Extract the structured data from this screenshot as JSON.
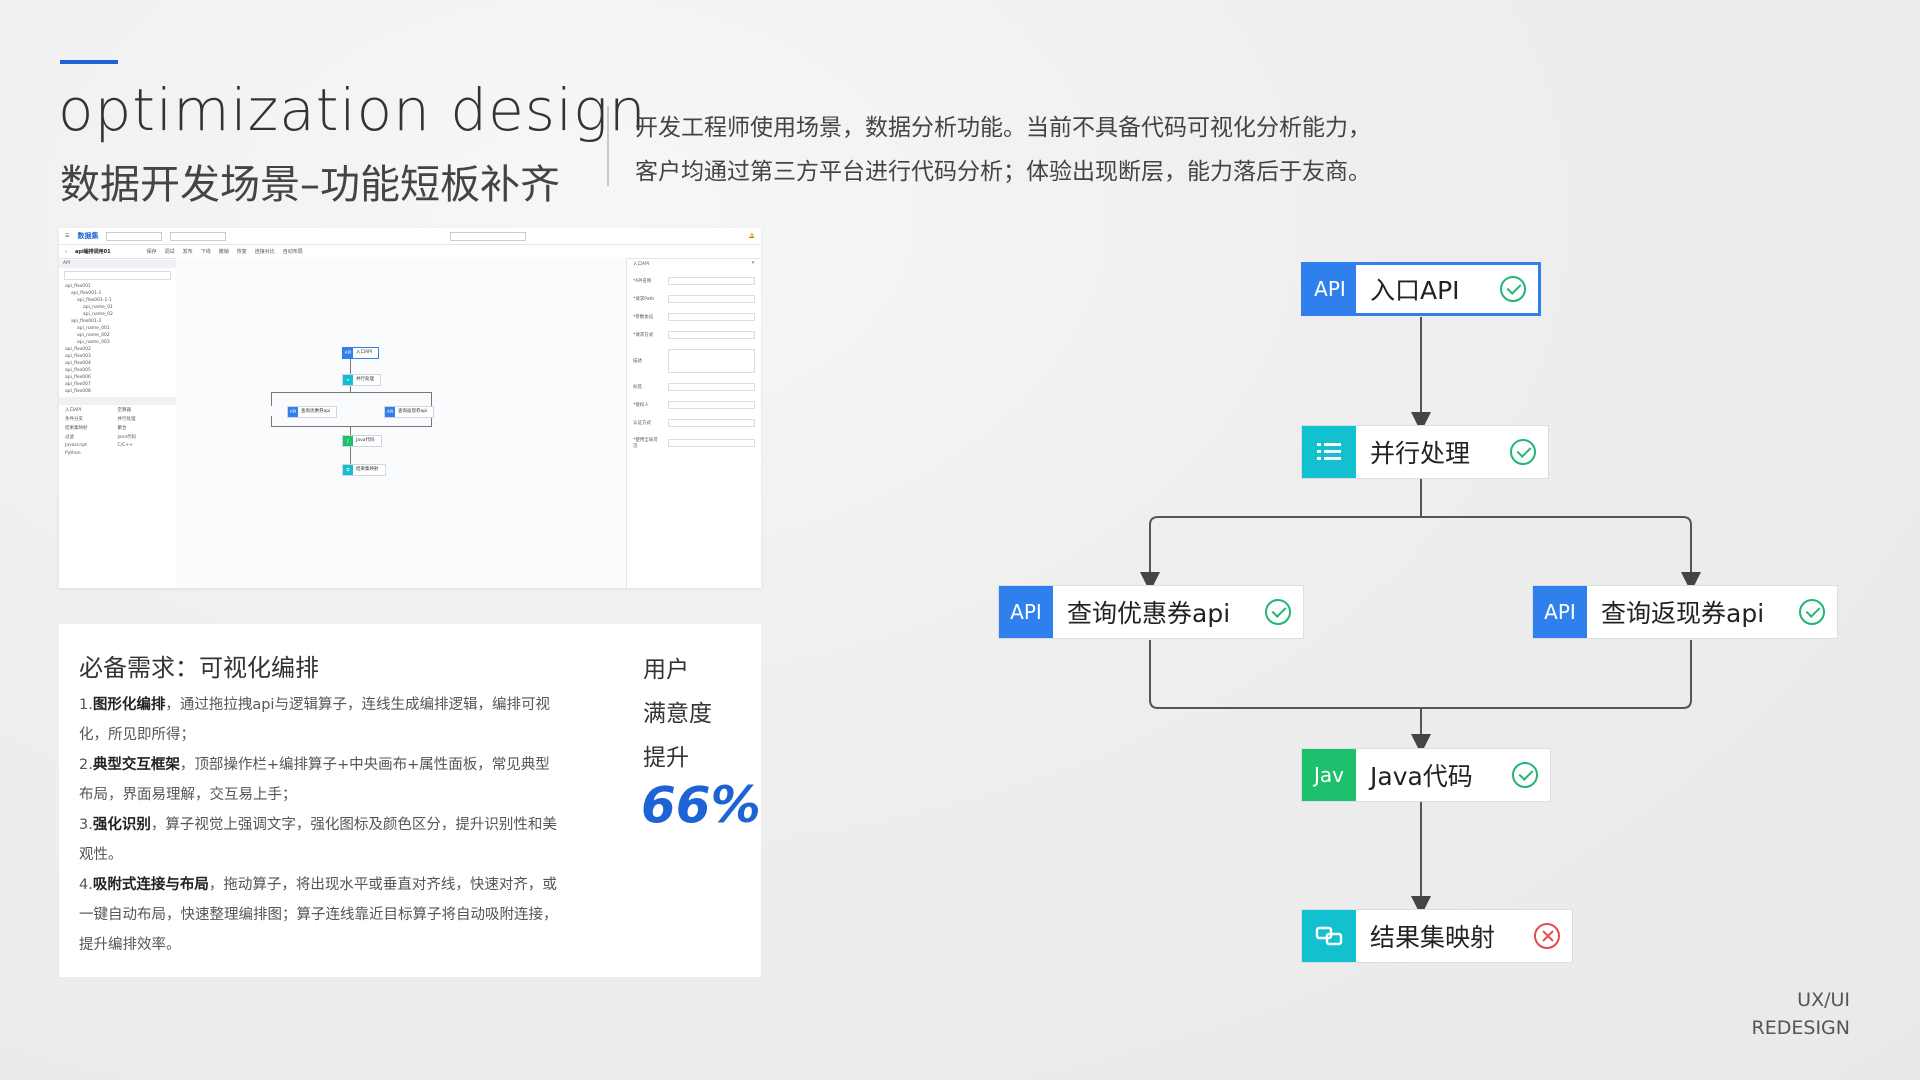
{
  "header": {
    "title_en": "optimization design",
    "title_cn": "数据开发场景–功能短板补齐",
    "desc_line1": "开发工程师使用场景，数据分析功能。当前不具备代码可视化分析能力，",
    "desc_line2": "客户均通过第三方平台进行代码分析；体验出现断层，能力落后于友商。"
  },
  "screenshot": {
    "logo": "数据集",
    "tab": "api编排调用01",
    "toolbar": [
      "保存",
      "调试",
      "发布",
      "下线",
      "撤销",
      "恢复",
      "连接对比",
      "自动布局"
    ],
    "tree": [
      "api_flex001",
      "api_flex001-1",
      "api_flex001-1-1",
      "api_name_01",
      "api_name_02",
      "api_flex001-2",
      "api_name_001",
      "api_name_002",
      "api_name_003",
      "api_flex002",
      "api_flex003",
      "api_flex004",
      "api_flex005",
      "api_flex006",
      "api_flex007",
      "api_flex008"
    ],
    "operators": [
      "入口API",
      "空算器",
      "条件分支",
      "并行处理",
      "结果集映射",
      "聚合",
      "过滤",
      "Java代码",
      "Javascript",
      "C/C++",
      "Python"
    ],
    "panel_title": "入口API",
    "panel_fields": [
      "*API名称",
      "*请求Path",
      "*参数协议",
      "*请求方式",
      "描述",
      "标签",
      "*授权人",
      "认证方式",
      "*使用全局可见"
    ],
    "nodes": [
      "入口API",
      "并行处理",
      "查询优惠券api",
      "查询返现券api",
      "Java代码",
      "结果集映射"
    ]
  },
  "card": {
    "title": "必备需求：可视化编排",
    "items": [
      {
        "num": "1.",
        "bold": "图形化编排",
        "text": "，通过拖拉拽api与逻辑算子，连线生成编排逻辑，编排可视化，所见即所得；"
      },
      {
        "num": "2.",
        "bold": "典型交互框架",
        "text": "，顶部操作栏+编排算子+中央画布+属性面板，常见典型布局，界面易理解，交互易上手；"
      },
      {
        "num": "3.",
        "bold": "强化识别",
        "text": "，算子视觉上强调文字，强化图标及颜色区分，提升识别性和美观性。"
      },
      {
        "num": "4.",
        "bold": "吸附式连接与布局",
        "text": "，拖动算子，将出现水平或垂直对齐线，快速对齐，或一键自动布局，快速整理编排图；算子连线靠近目标算子将自动吸附连接，提升编排效率。"
      }
    ],
    "stat_l1": "用户",
    "stat_l2": "满意度",
    "stat_l3": "提升",
    "stat_value": "66%"
  },
  "flow": {
    "nodes": [
      {
        "icon": "API",
        "label": "入口API",
        "status": "ok"
      },
      {
        "icon": "list-icon",
        "label": "并行处理",
        "status": "ok"
      },
      {
        "icon": "API",
        "label": "查询优惠券api",
        "status": "ok"
      },
      {
        "icon": "API",
        "label": "查询返现券api",
        "status": "ok"
      },
      {
        "icon": "Jav",
        "label": "Java代码",
        "status": "ok"
      },
      {
        "icon": "map-icon",
        "label": "结果集映射",
        "status": "error"
      }
    ],
    "colors": {
      "api": "#2f80ed",
      "logic": "#12c0d0",
      "java": "#1fc06d",
      "ok": "#22b573",
      "error": "#e5484d"
    }
  },
  "footer": {
    "line1": "UX/UI",
    "line2": "REDESIGN"
  }
}
